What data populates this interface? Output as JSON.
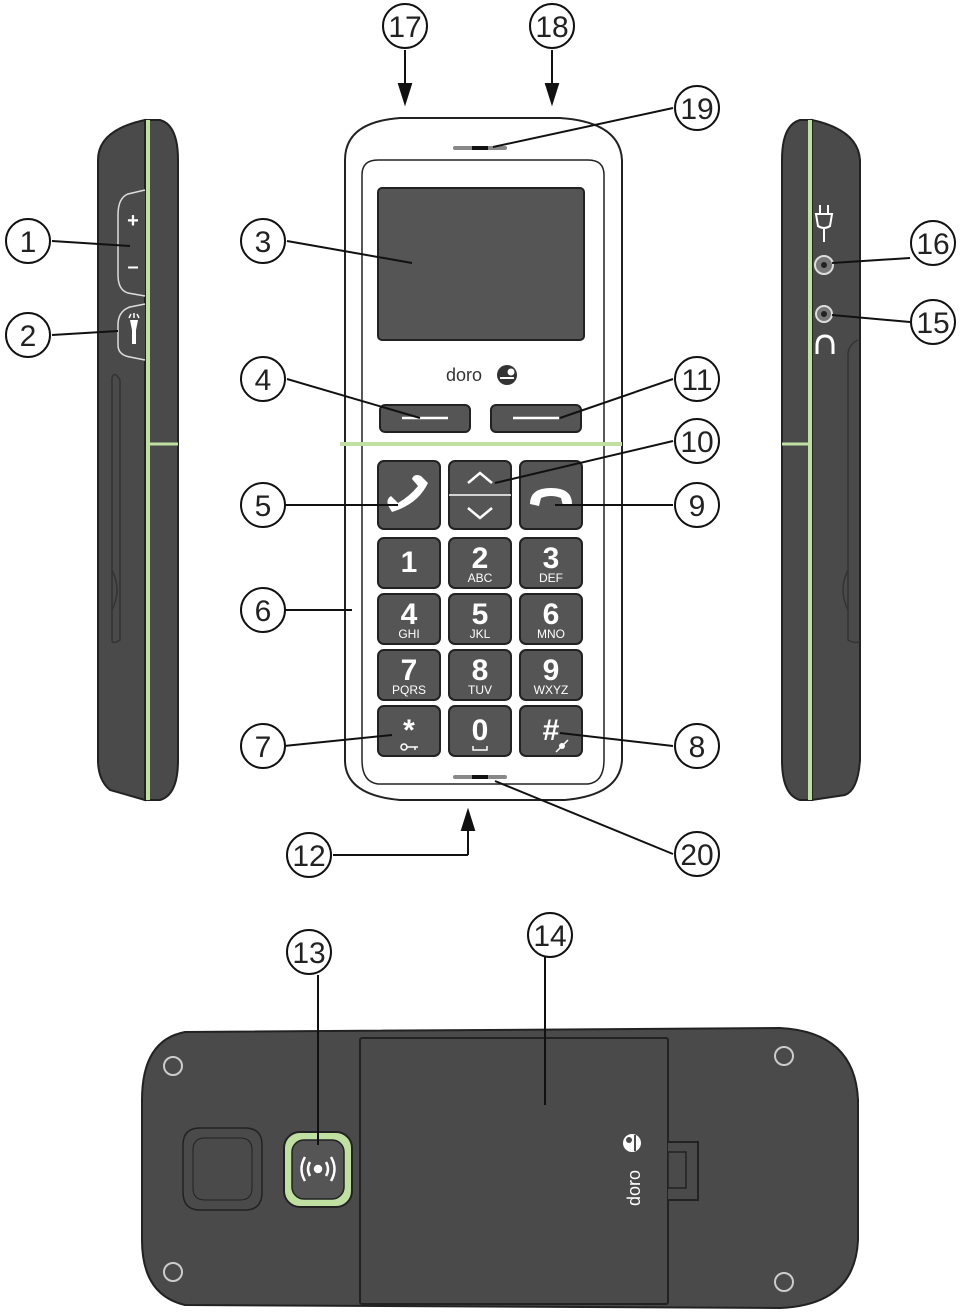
{
  "brand": "doro",
  "colors": {
    "body_dark": "#4a4a4a",
    "body_light": "#ffffff",
    "key_fill": "#555555",
    "accent_green": "#bfe0a0",
    "outline": "#222222"
  },
  "callouts": [
    "1",
    "2",
    "3",
    "4",
    "5",
    "6",
    "7",
    "8",
    "9",
    "10",
    "11",
    "12",
    "13",
    "14",
    "15",
    "16",
    "17",
    "18",
    "19",
    "20"
  ],
  "side_left": {
    "volume_plus": "+",
    "volume_minus": "–"
  },
  "keypad": [
    {
      "digit": "1",
      "letters": ""
    },
    {
      "digit": "2",
      "letters": "ABC"
    },
    {
      "digit": "3",
      "letters": "DEF"
    },
    {
      "digit": "4",
      "letters": "GHI"
    },
    {
      "digit": "5",
      "letters": "JKL"
    },
    {
      "digit": "6",
      "letters": "MNO"
    },
    {
      "digit": "7",
      "letters": "PQRS"
    },
    {
      "digit": "8",
      "letters": "TUV"
    },
    {
      "digit": "9",
      "letters": "WXYZ"
    },
    {
      "digit": "*",
      "letters": ""
    },
    {
      "digit": "0",
      "letters": ""
    },
    {
      "digit": "#",
      "letters": ""
    }
  ],
  "icons": [
    "plus-icon",
    "minus-icon",
    "flashlight-icon",
    "call-icon",
    "hangup-icon",
    "up-arrow-icon",
    "down-arrow-icon",
    "key-lock-icon",
    "space-icon",
    "silent-icon",
    "charger-icon",
    "headset-icon",
    "sos-icon",
    "doro-logo-icon"
  ]
}
